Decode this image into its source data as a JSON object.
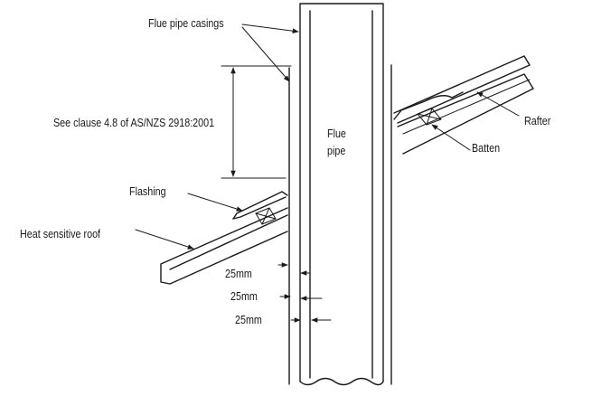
{
  "labels": {
    "flue_pipe_casings": "Flue pipe casings",
    "clearance_note": "See clause 4.8 of AS/NZS 2918:2001",
    "flue_pipe_line1": "Flue",
    "flue_pipe_line2": "pipe",
    "rafter": "Rafter",
    "batten": "Batten",
    "flashing": "Flashing",
    "heat_sensitive_roof": "Heat sensitive roof",
    "dim_1": "25mm",
    "dim_2": "25mm",
    "dim_3": "25mm"
  },
  "colors": {
    "ink": "#1a1a1a",
    "background": "#ffffff"
  }
}
